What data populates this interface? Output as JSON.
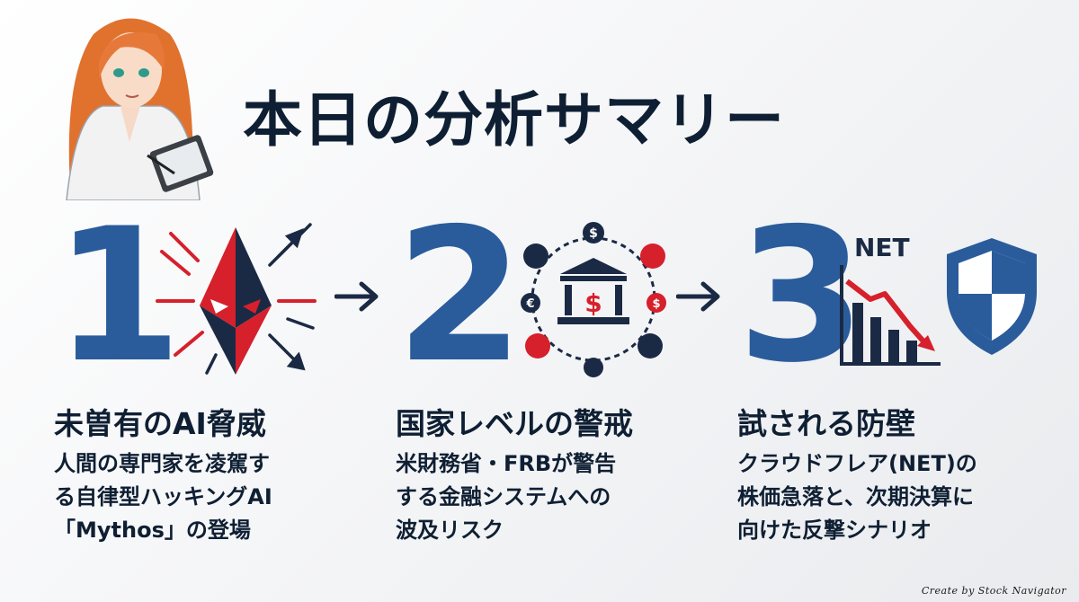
{
  "title": "本日の分析サマリー",
  "avatar": {
    "icon": "analyst-character-illustration"
  },
  "colors": {
    "navy": "#0f1f33",
    "blue": "#2a5c9c",
    "red": "#d6202b"
  },
  "steps": [
    {
      "number": "1",
      "icon": "ai-threat-icon",
      "heading": "未曽有のAI脅威",
      "lines": [
        "人間の専門家を凌駕す",
        "る自律型ハッキングAI",
        "「Mythos」の登場"
      ]
    },
    {
      "number": "2",
      "icon": "financial-system-network-icon",
      "heading": "国家レベルの警戒",
      "lines": [
        "米財務省・FRBが警告",
        "する金融システムへの",
        "波及リスク"
      ]
    },
    {
      "number": "3",
      "icon": "net-stock-drop-shield-icon",
      "icon_label": "NET",
      "heading": "試される防壁",
      "lines": [
        "クラウドフレア(NET)の",
        "株価急落と、次期決算に",
        "向けた反撃シナリオ"
      ]
    }
  ],
  "credit": "Create by Stock Navigator"
}
